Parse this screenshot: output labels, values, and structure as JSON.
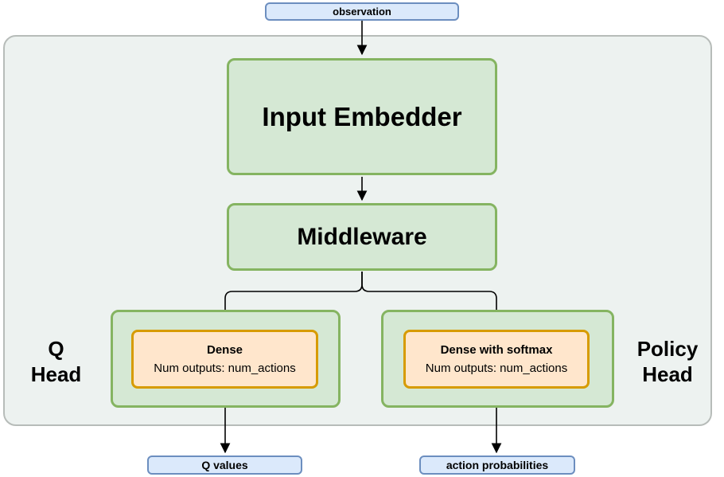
{
  "diagram": {
    "observation_label": "observation",
    "input_embedder_label": "Input Embedder",
    "middleware_label": "Middleware",
    "q_head": {
      "label_line1": "Q",
      "label_line2": "Head",
      "dense_title": "Dense",
      "dense_subtitle": "Num outputs: num_actions",
      "output_label": "Q values"
    },
    "policy_head": {
      "label_line1": "Policy",
      "label_line2": "Head",
      "dense_title": "Dense with softmax",
      "dense_subtitle": "Num outputs: num_actions",
      "output_label": "action probabilities"
    }
  },
  "colors": {
    "green_fill": "#d5e8d4",
    "green_border": "#85b461",
    "orange_fill": "#ffe6cc",
    "orange_border": "#d79b00",
    "blue_fill": "#dbe9fb",
    "blue_border": "#6c8ebf",
    "container_fill": "#edf2f0",
    "container_border": "#b7bcb9",
    "arrow_color": "#000000"
  }
}
